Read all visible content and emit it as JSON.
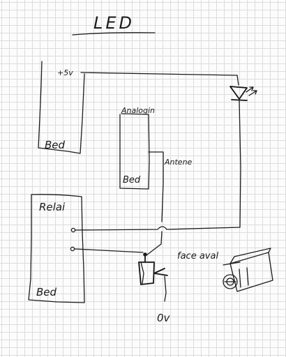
{
  "title": "LED",
  "labels": {
    "plus5v": "+5v",
    "bed_top": "Bed",
    "analogin": "Analogin",
    "bed_mid": "Bed",
    "antenne": "Antene",
    "relais": "Relai",
    "bed_bottom": "Bed",
    "fass_auf": "face aval",
    "zero_v": "0v"
  },
  "colors": {
    "ink": "#1b1b1b",
    "paper": "#fcfcfc",
    "grid": "#dcdcdc"
  }
}
